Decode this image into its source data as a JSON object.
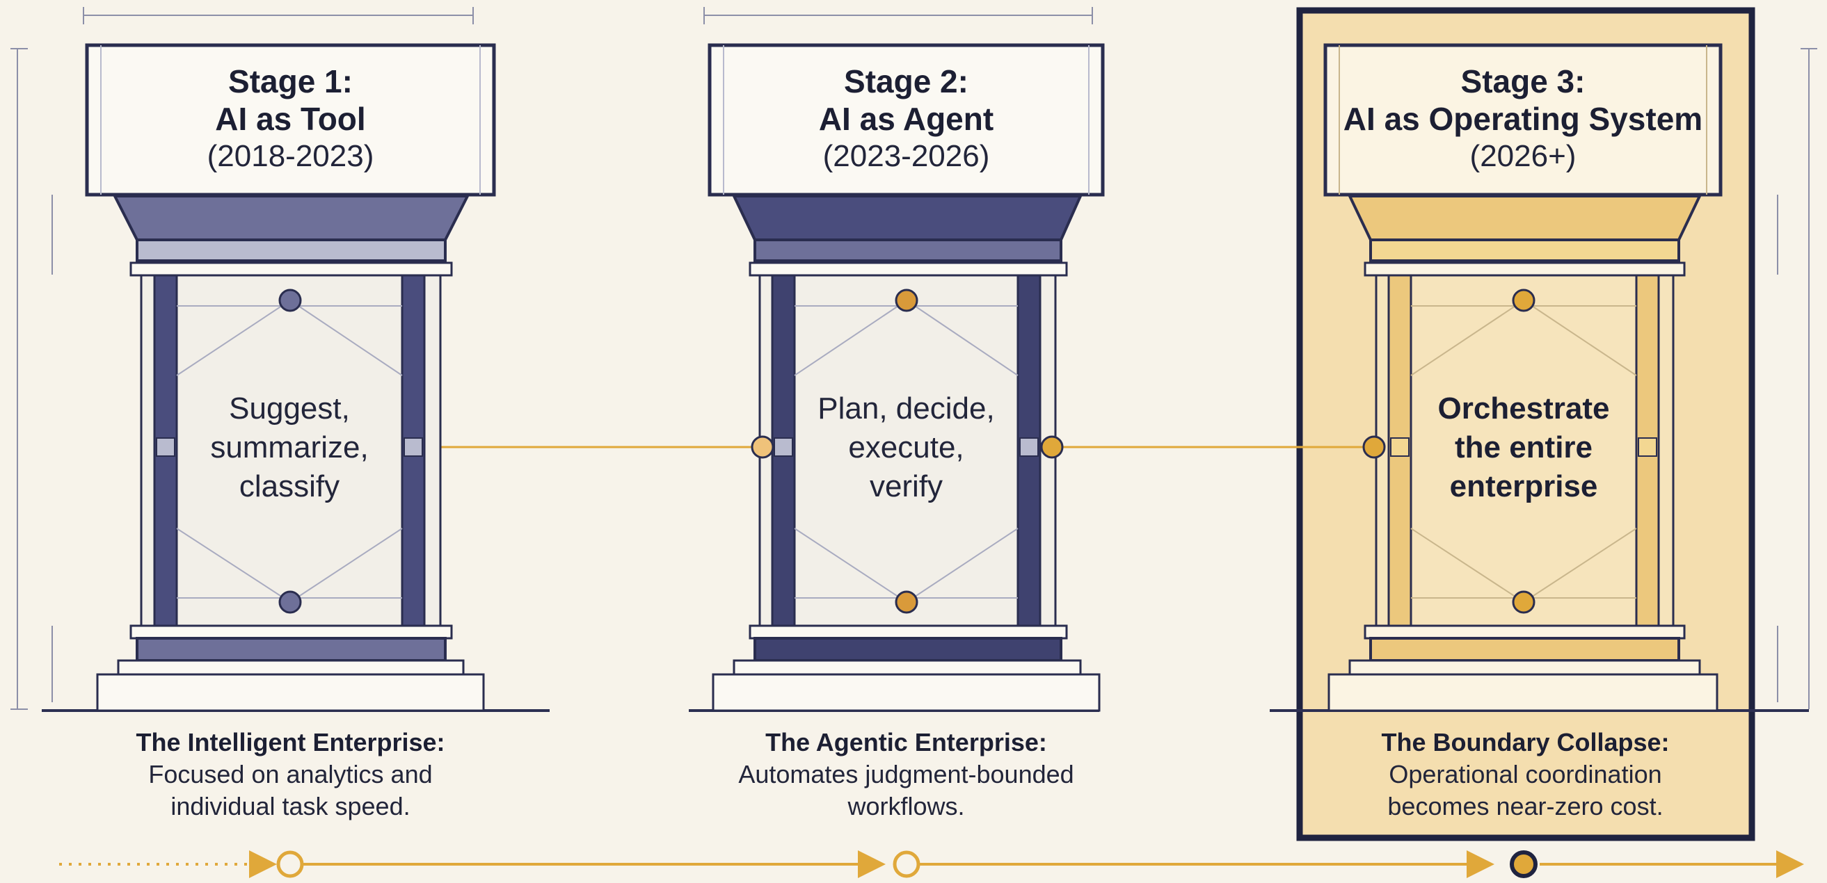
{
  "colors": {
    "background": "#f7f3ea",
    "navy": "#3a3d6b",
    "gold": "#e0a83a",
    "highlight_fill": "#f4deaf"
  },
  "stages": [
    {
      "title": "Stage 1:",
      "subtitle": "AI as Tool",
      "years": "(2018-2023)",
      "body": [
        "Suggest,",
        "summarize,",
        "classify"
      ],
      "caption_title": "The Intelligent Enterprise:",
      "caption_text": [
        "Focused on analytics and",
        "individual task speed."
      ]
    },
    {
      "title": "Stage 2:",
      "subtitle": "AI as Agent",
      "years": "(2023-2026)",
      "body": [
        "Plan, decide,",
        "execute,",
        "verify"
      ],
      "caption_title": "The Agentic Enterprise:",
      "caption_text": [
        "Automates judgment-bounded",
        "workflows."
      ]
    },
    {
      "title": "Stage 3:",
      "subtitle": "AI as Operating System",
      "years": "(2026+)",
      "body": [
        "Orchestrate",
        "the entire",
        "enterprise"
      ],
      "caption_title": "The Boundary Collapse:",
      "caption_text": [
        "Operational coordination",
        "becomes near-zero cost."
      ]
    }
  ]
}
